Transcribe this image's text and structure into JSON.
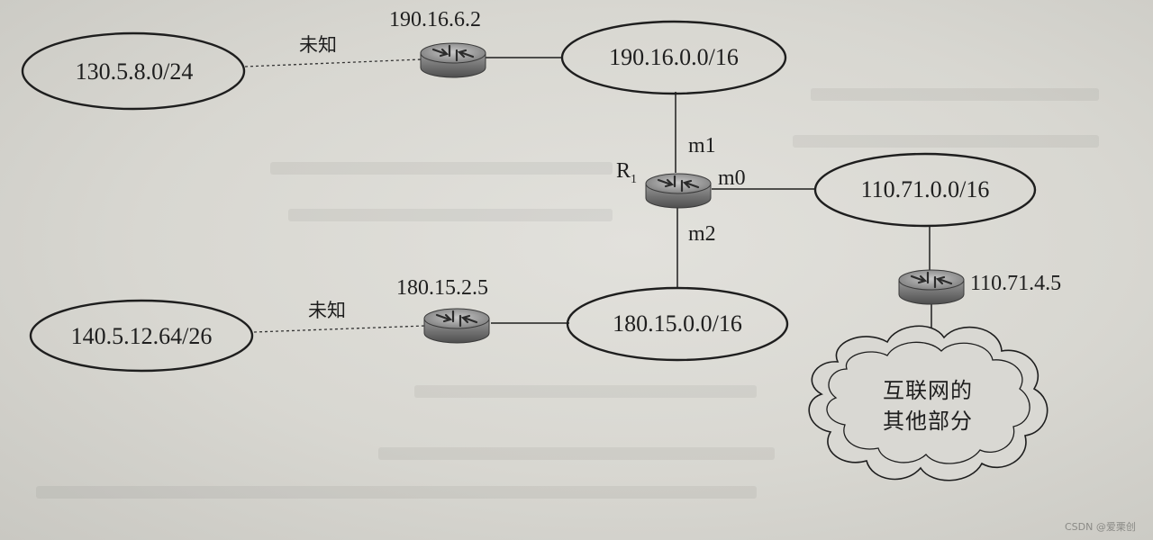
{
  "networks": {
    "n_130": "130.5.8.0/24",
    "n_190": "190.16.0.0/16",
    "n_110": "110.71.0.0/16",
    "n_140": "140.5.12.64/26",
    "n_180": "180.15.0.0/16"
  },
  "routers": {
    "r_top_ip": "190.16.6.2",
    "r_bottom_ip": "180.15.2.5",
    "r_right_ip": "110.71.4.5",
    "r1_name": "R",
    "r1_sub": "1"
  },
  "interfaces": {
    "m0": "m0",
    "m1": "m1",
    "m2": "m2"
  },
  "links": {
    "unknown_top": "未知",
    "unknown_bottom": "未知"
  },
  "cloud": {
    "line1": "互联网的",
    "line2": "其他部分"
  },
  "watermark": "CSDN @爱栗创",
  "colors": {
    "ink": "#1e1e1e",
    "router_body": "#8d8d8d",
    "router_top": "#b4b4b4",
    "paper": "#dcdbd6"
  }
}
